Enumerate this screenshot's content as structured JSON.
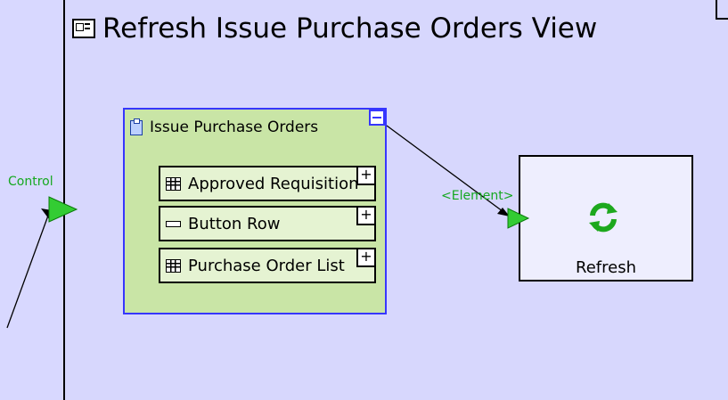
{
  "view": {
    "title": "Refresh Issue Purchase Orders View"
  },
  "container": {
    "title": "Issue Purchase Orders",
    "collapse_symbol": "–",
    "rows": [
      {
        "label": "Approved Requisition",
        "icon": "table-icon",
        "expand_symbol": "+"
      },
      {
        "label": "Button Row",
        "icon": "button-row-icon",
        "expand_symbol": "+"
      },
      {
        "label": "Purchase Order List",
        "icon": "table-icon",
        "expand_symbol": "+"
      }
    ]
  },
  "action": {
    "label": "Refresh",
    "icon": "refresh-icon"
  },
  "ports": {
    "control_label": "Control",
    "element_label": "<Element>"
  },
  "colors": {
    "view_background": "#d7d7fd",
    "container_fill": "#c9e5a6",
    "container_border": "#3636ff",
    "port_green": "#33cc33",
    "label_green": "#15a820"
  }
}
